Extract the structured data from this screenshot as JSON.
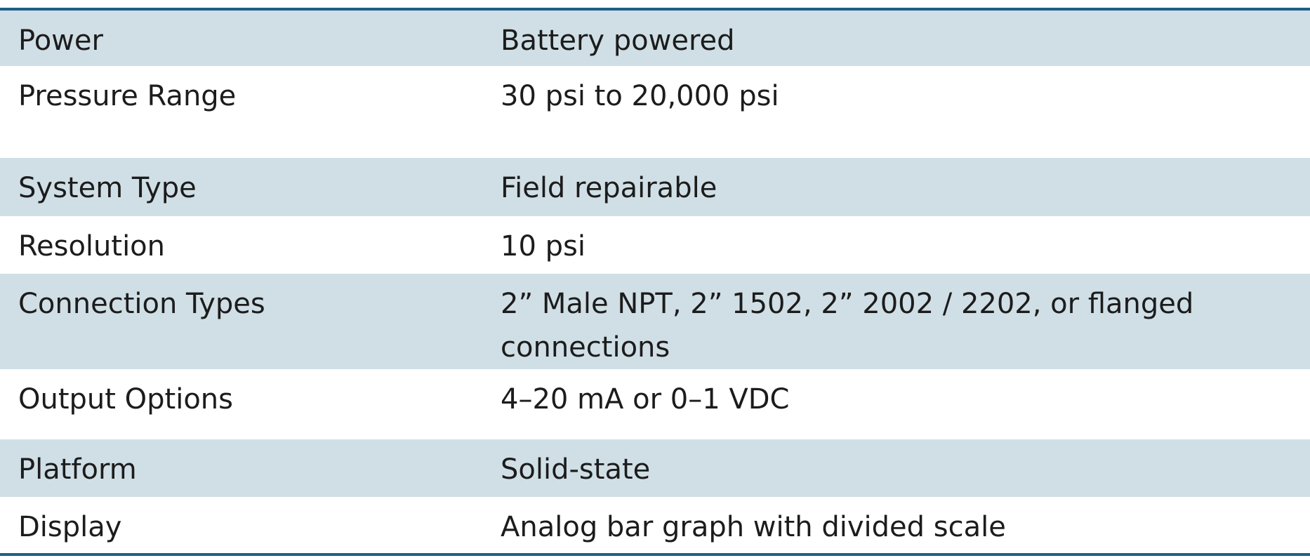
{
  "specs": [
    {
      "label": "Power",
      "value": "Battery powered"
    },
    {
      "label": "Pressure Range",
      "value": "30 psi to 20,000 psi"
    },
    {
      "label": "System Type",
      "value": "Field repairable"
    },
    {
      "label": "Resolution",
      "value": "10 psi"
    },
    {
      "label": "Connection Types",
      "value": "2” Male NPT, 2” 1502, 2” 2002 / 2202, or flanged connections"
    },
    {
      "label": "Output Options",
      "value": "4–20 mA or 0–1 VDC"
    },
    {
      "label": "Platform",
      "value": "Solid-state"
    },
    {
      "label": "Display",
      "value": "Analog bar graph with divided scale"
    }
  ],
  "colors": {
    "shaded_row": "#d0dfe6",
    "border": "#1f5f86",
    "text": "#1c1c1c"
  }
}
